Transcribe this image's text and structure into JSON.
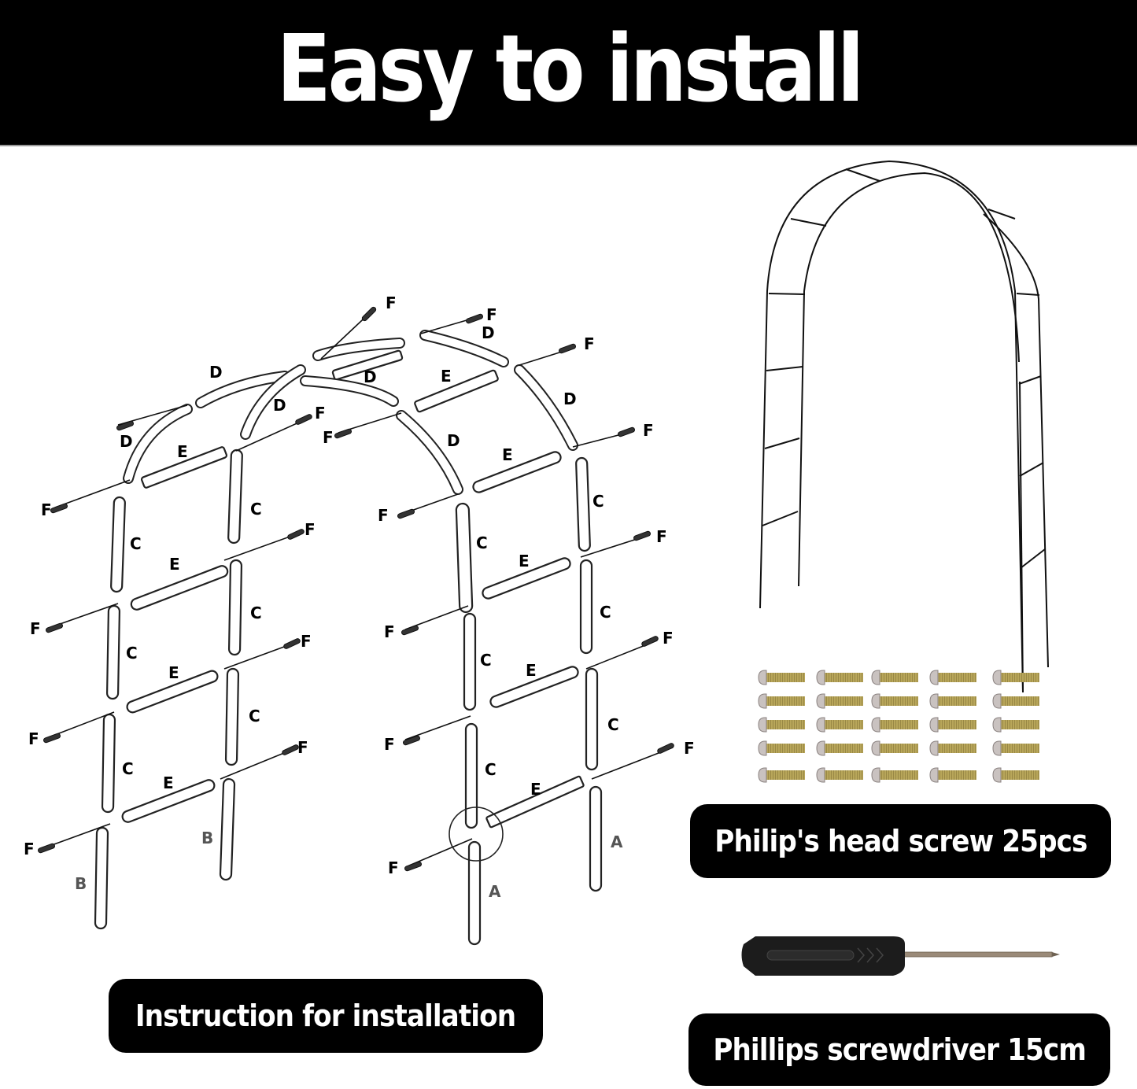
{
  "header": {
    "title": "Easy to install"
  },
  "diagram": {
    "part_labels": {
      "A": "A",
      "B": "B",
      "C": "C",
      "D": "D",
      "E": "E",
      "F": "F"
    },
    "caption": "Instruction for installation"
  },
  "product": {
    "arch_icon": "garden-arch-icon",
    "screws": {
      "count": 25,
      "rows": 5,
      "columns": 5,
      "caption": "Philip's head screw 25pcs",
      "head_color": "#c9c2c0",
      "thread_color": "#b8a65a"
    },
    "screwdriver": {
      "caption": "Phillips screwdriver 15cm",
      "handle_color": "#1c1c1c",
      "shaft_color": "#9a8a78"
    }
  },
  "colors": {
    "banner_bg": "#000000",
    "banner_text": "#ffffff",
    "page_bg": "#ffffff"
  }
}
